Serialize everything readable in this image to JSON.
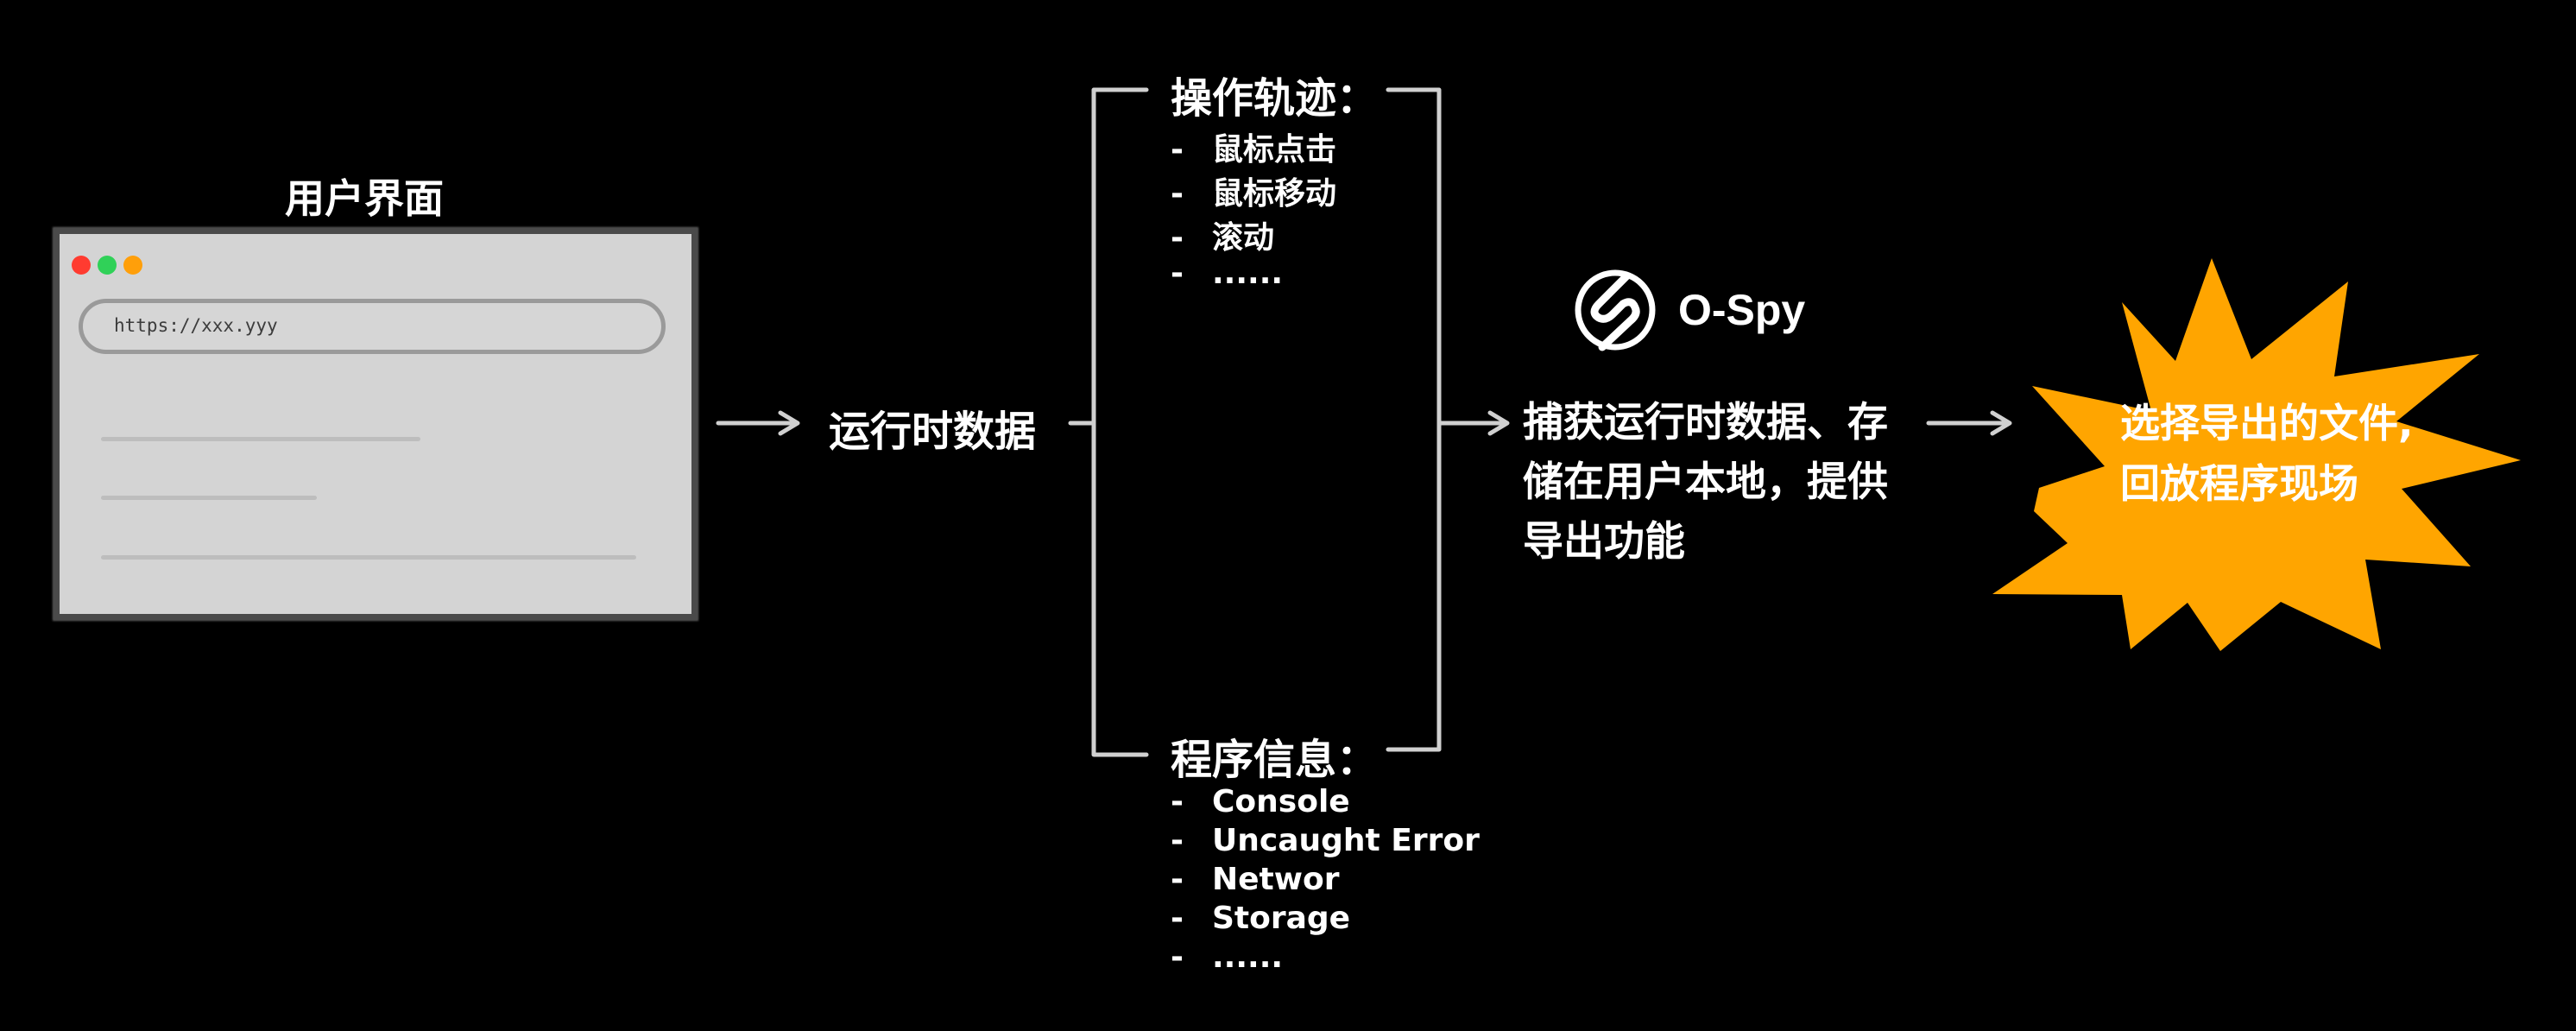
{
  "user_interface": {
    "title": "用户界面",
    "url": "https://xxx.yyy",
    "traffic_lights": [
      "#ff3b30",
      "#30d158",
      "#ff9f0a"
    ]
  },
  "runtime_data_label": "运行时数据",
  "operation_track": {
    "heading": "操作轨迹：",
    "items": [
      "鼠标点击",
      "鼠标移动",
      "滚动",
      "......"
    ]
  },
  "program_info": {
    "heading": "程序信息：",
    "items": [
      "Console",
      "Uncaught Error",
      "Networ",
      "Storage",
      "......"
    ]
  },
  "logo": {
    "name": "O-Spy",
    "icon": "o-spy-logo-icon"
  },
  "capture": {
    "lines": [
      "捕获运行时数据、存",
      "储在用户本地，提供",
      "导出功能"
    ]
  },
  "result": {
    "lines": [
      "选择导出的文件,",
      "回放程序现场"
    ],
    "star_color": "#ffa500"
  },
  "colors": {
    "background": "#000000",
    "line": "#d0d0d0",
    "text": "#ffffff"
  }
}
